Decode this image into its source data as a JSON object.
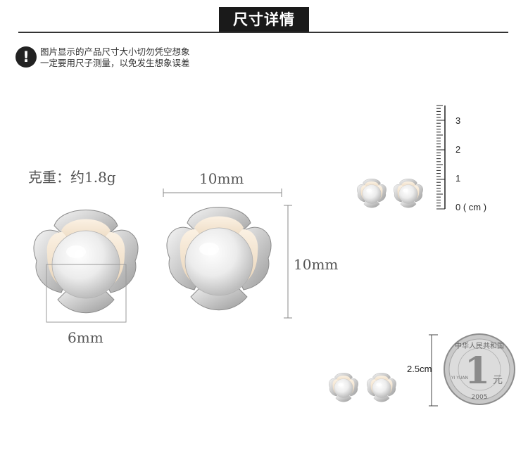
{
  "header": {
    "title": "尺寸详情"
  },
  "notice": {
    "icon": "exclamation-icon",
    "line1": "图片显示的产品尺寸大小切勿凭空想象",
    "line2": "一定要用尺子测量，以免发生想象误差"
  },
  "product": {
    "weight": "克重：约1.8g",
    "width_label": "10mm",
    "height_label": "10mm",
    "pearl_label": "6mm"
  },
  "ruler": {
    "ticks": [
      "3",
      "2",
      "1",
      "0 ( cm )"
    ]
  },
  "coin": {
    "diameter_label": "2.5cm",
    "top_text": "中华人民共和国",
    "year": "2005",
    "denomination": "1",
    "unit": "元",
    "pinyin": "YI YUAN"
  },
  "colors": {
    "title_bg": "#1a1a1a",
    "metal": "#d8d8d8",
    "pearl": "#f2f2f2",
    "petal_inner": "#f3e3cf"
  }
}
